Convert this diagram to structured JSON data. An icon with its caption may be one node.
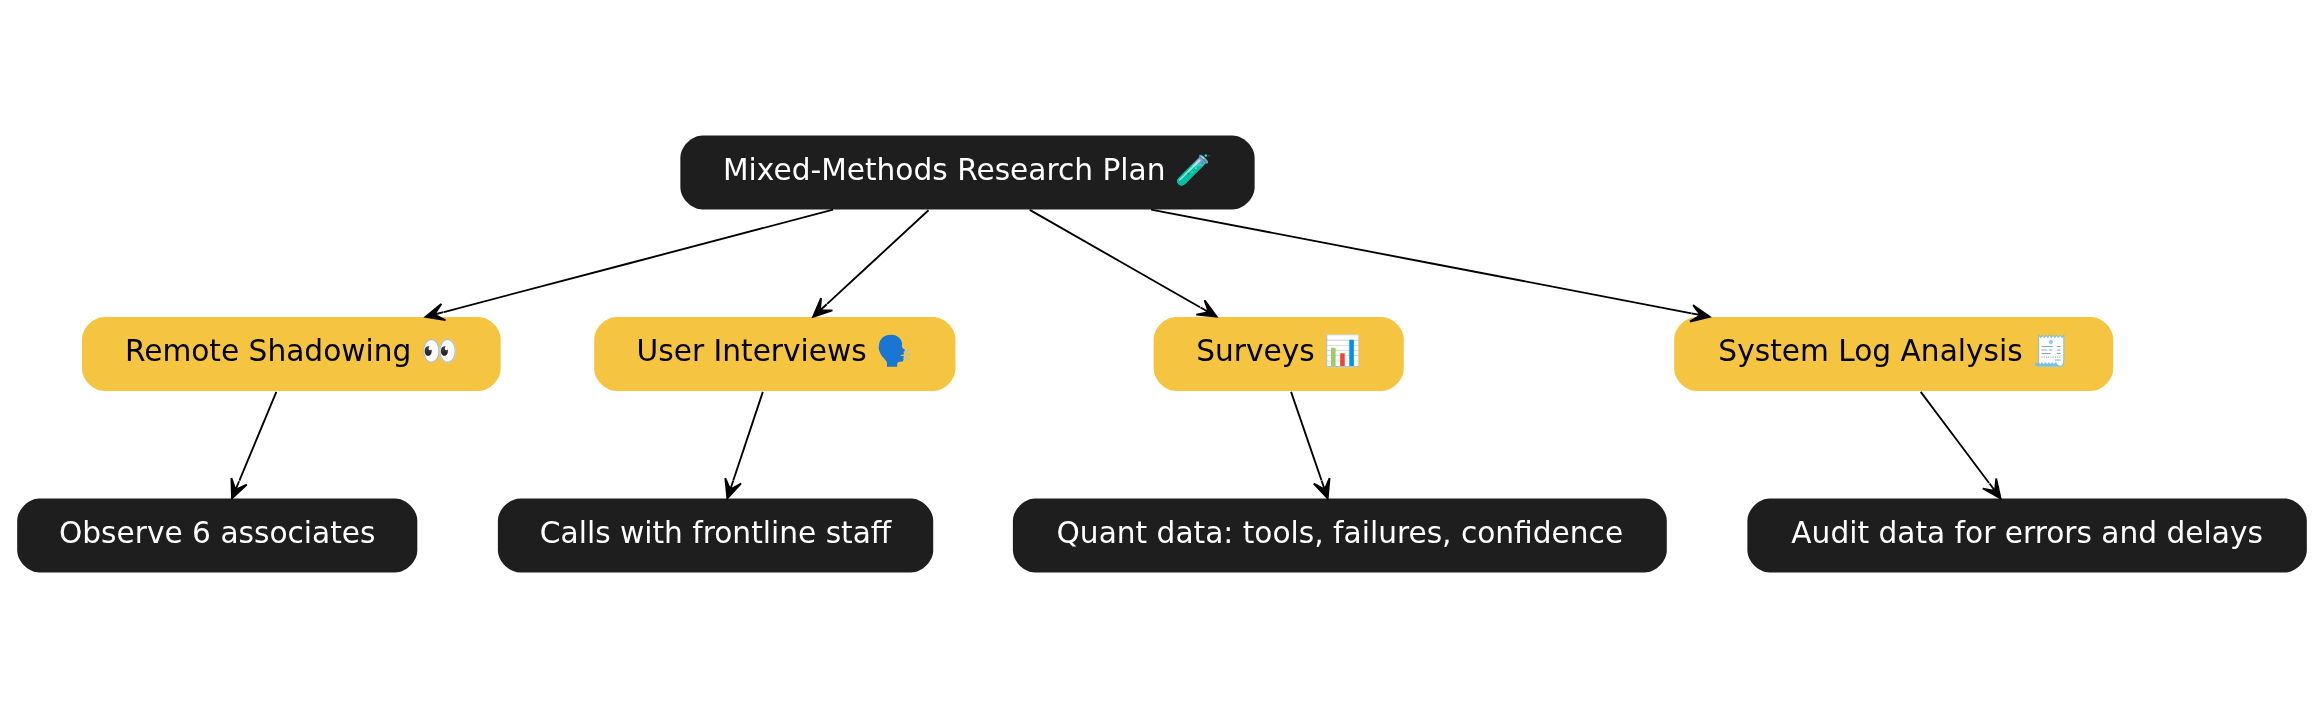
{
  "diagram": {
    "nodes": [
      {
        "text": [
          "Mixed-Methods Research Plan 🧪"
        ]
      },
      {
        "text": [
          "Remote Shadowing 👀"
        ]
      },
      {
        "text": [
          "User Interviews 🗣️"
        ]
      },
      {
        "text": [
          "Surveys 📊"
        ]
      },
      {
        "text": [
          "System Log Analysis 🧾"
        ]
      },
      {
        "text": [
          "Observe 6 associates"
        ]
      },
      {
        "text": [
          "Calls with frontline staff"
        ]
      },
      {
        "text": [
          "Quant data: tools, failures, confidence"
        ]
      },
      {
        "text": [
          "Audit data for errors and delays"
        ]
      }
    ],
    "edges": [
      {
        "from": 0,
        "to": 1,
        "arrow": "to"
      },
      {
        "from": 0,
        "to": 2,
        "arrow": "to"
      },
      {
        "from": 0,
        "to": 3,
        "arrow": "to"
      },
      {
        "from": 0,
        "to": 4,
        "arrow": "to"
      },
      {
        "from": 1,
        "to": 5,
        "arrow": "to"
      },
      {
        "from": 2,
        "to": 6,
        "arrow": "to"
      },
      {
        "from": 3,
        "to": 7,
        "arrow": "to"
      },
      {
        "from": 4,
        "to": 8,
        "arrow": "to"
      }
    ]
  }
}
